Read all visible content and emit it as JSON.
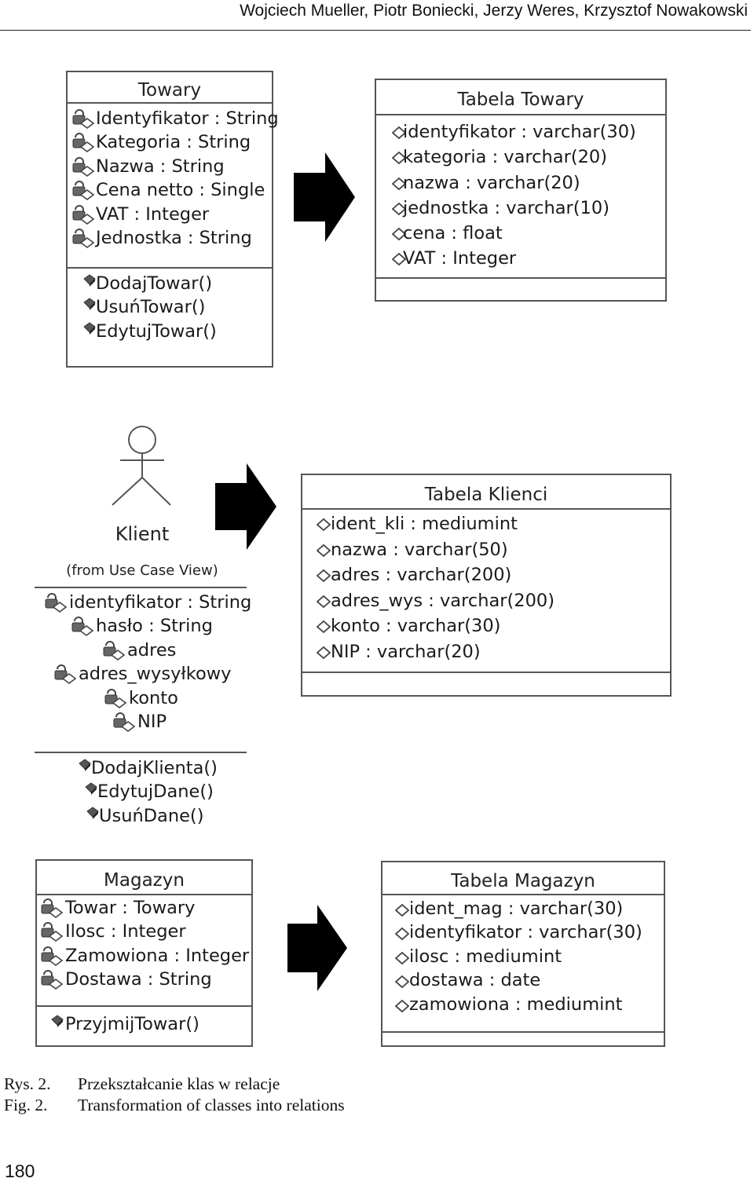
{
  "header": {
    "authors": "Wojciech Mueller, Piotr Boniecki, Jerzy Weres, Krzysztof Nowakowski"
  },
  "towary_class": {
    "title": "Towary",
    "attributes": [
      "Identyfikator : String",
      "Kategoria : String",
      "Nazwa : String",
      "Cena netto : Single",
      "VAT : Integer",
      "Jednostka : String"
    ],
    "operations": [
      "DodajTowar()",
      "UsuńTowar()",
      "EdytujTowar()"
    ]
  },
  "towary_table": {
    "title": "Tabela Towary",
    "columns": [
      "identyfikator : varchar(30)",
      "kategoria : varchar(20)",
      "nazwa : varchar(20)",
      "jednostka : varchar(10)",
      "cena : float",
      "VAT : Integer"
    ]
  },
  "klient_actor": {
    "name": "Klient",
    "note": "(from Use Case View)",
    "attributes": [
      "identyfikator : String",
      "hasło : String",
      "adres",
      "adres_wysyłkowy",
      "konto",
      "NIP"
    ],
    "operations": [
      "DodajKlienta()",
      "EdytujDane()",
      "UsuńDane()"
    ]
  },
  "klienci_table": {
    "title": "Tabela Klienci",
    "columns": [
      "ident_kli : mediumint",
      "nazwa : varchar(50)",
      "adres : varchar(200)",
      "adres_wys : varchar(200)",
      "konto : varchar(30)",
      "NIP : varchar(20)"
    ]
  },
  "magazyn_class": {
    "title": "Magazyn",
    "attributes": [
      "Towar : Towary",
      "Ilosc : Integer",
      "Zamowiona : Integer",
      "Dostawa : String"
    ],
    "operations": [
      "PrzyjmijTowar()"
    ]
  },
  "magazyn_table": {
    "title": "Tabela Magazyn",
    "columns": [
      "ident_mag : varchar(30)",
      "identyfikator : varchar(30)",
      "ilosc : mediumint",
      "dostawa : date",
      "zamowiona : mediumint"
    ]
  },
  "caption": {
    "rys_label": "Rys. 2.",
    "rys_text": "Przekształcanie klas w relacje",
    "fig_label": "Fig. 2.",
    "fig_text": "Transformation of classes into relations"
  },
  "page_number": "180"
}
